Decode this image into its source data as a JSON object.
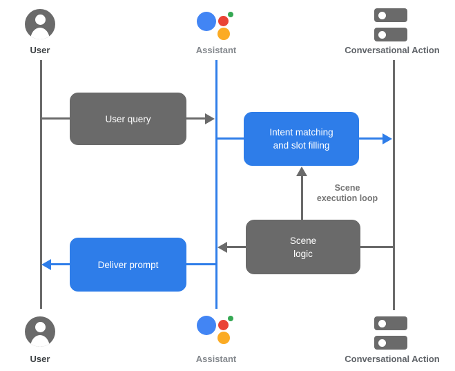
{
  "actors": {
    "user": {
      "label": "User"
    },
    "assistant": {
      "label": "Assistant"
    },
    "conversational_action": {
      "label": "Conversational Action"
    }
  },
  "boxes": {
    "user_query": {
      "label": "User query"
    },
    "intent_matching": {
      "line1": "Intent matching",
      "line2": "and slot filling"
    },
    "scene_logic": {
      "line1": "Scene",
      "line2": "logic"
    },
    "deliver_prompt": {
      "label": "Deliver prompt"
    }
  },
  "annotations": {
    "scene_execution_loop": {
      "line1": "Scene",
      "line2": "execution loop"
    }
  },
  "colors": {
    "box_gray": "#6a6a6a",
    "box_blue": "#2e7de9",
    "logo_blue": "#4285f4",
    "logo_red": "#ea4335",
    "logo_green": "#34a853",
    "logo_yellow": "#fbab24",
    "label_dark": "#3c4043",
    "label_light": "#84888d",
    "label_medium": "#5f6368",
    "loop_label": "#757575"
  }
}
